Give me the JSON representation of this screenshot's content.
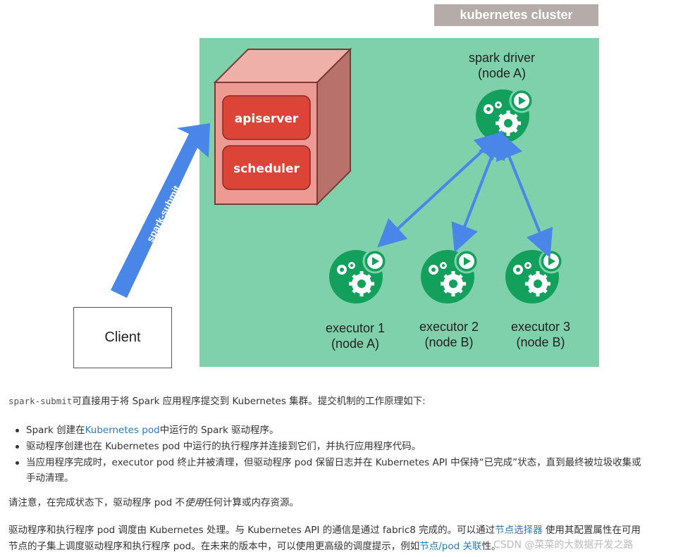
{
  "diagram": {
    "cluster_label": "kubernetes cluster",
    "apiserver": "apiserver",
    "scheduler": "scheduler",
    "submit_label": "spark-submit",
    "client_label": "Client",
    "driver_label": "spark driver\n(node A)",
    "executors": [
      {
        "label": "executor 1\n(node A)"
      },
      {
        "label": "executor 2\n(node B)"
      },
      {
        "label": "executor 3\n(node B)"
      }
    ],
    "colors": {
      "cluster_bg": "#7fd1ab",
      "node_green": "#12a05c",
      "box_red": "#db4437",
      "arrow_blue": "#4a86e8"
    }
  },
  "article": {
    "intro_code": "spark-submit",
    "intro_rest": "可直接用于将 Spark 应用程序提交到 Kubernetes 集群。提交机制的工作原理如下:",
    "bullets": [
      {
        "pre": "Spark 创建在",
        "link": "Kubernetes pod",
        "post": "中运行的 Spark 驱动程序。"
      },
      {
        "pre": "驱动程序创建也在 Kubernetes pod 中运行的执行程序并连接到它们，并执行应用程序代码。",
        "link": "",
        "post": ""
      },
      {
        "pre": "当应用程序完成时，executor pod 终止并被清理，但驱动程序 pod 保留日志并在 Kubernetes API 中保持“已完成”状态，直到最终被垃圾收集或",
        "link": "",
        "post": ""
      }
    ],
    "bullet3_cont": "手动清理。",
    "note_pre": "请注意，在完成状态下，驱动程序 pod 不",
    "note_em": "使用",
    "note_post": "任何计算或内存资源。",
    "sched_line1_pre": "驱动程序和执行程序 pod 调度由 Kubernetes 处理。与 Kubernetes API 的通信是通过 fabric8 完成的。可以通过",
    "sched_link1": "节点选择器",
    "sched_line1_post": " 使用其配置属性在可用",
    "sched_line2_pre": "节点的子集上调度驱动程序和执行程序 pod。在未来的版本中，可以使用更高级的调度提示，例如",
    "sched_link2": "节点/pod 关联",
    "sched_line2_post": "性。",
    "watermark": "CSDN @菜菜的大数据开发之路"
  }
}
